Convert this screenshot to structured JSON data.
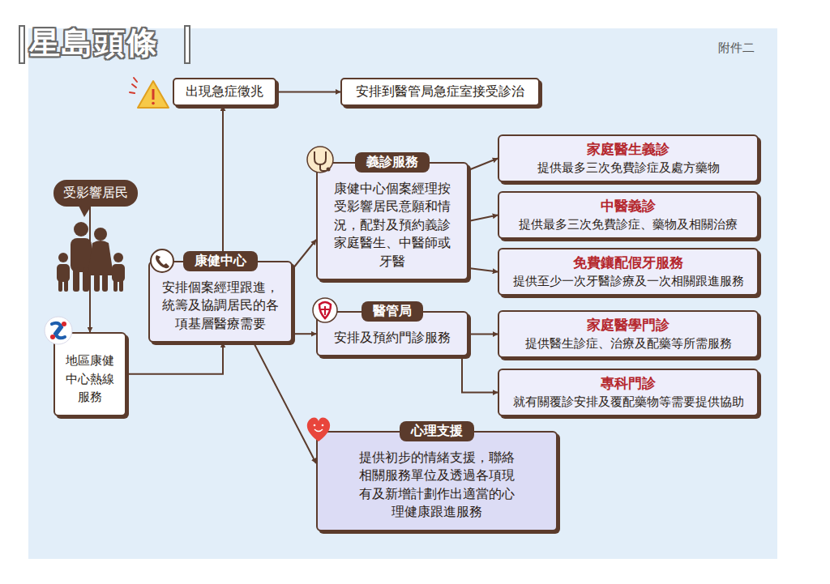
{
  "diagram": {
    "nodes": [
      {
        "text": [
          "出現急症徵兆"
        ]
      },
      {
        "text": [
          "安排到醫管局急症室接受診治"
        ]
      },
      {
        "text": [
          "受影響居民"
        ]
      },
      {
        "text": [
          "地區康健中心熱線服務"
        ]
      },
      {
        "text": [
          "康健中心",
          "安排個案經理跟進，統籌及協調居民的各項基層醫療需要"
        ]
      },
      {
        "text": [
          "義診服務",
          "康健中心個案經理按受影響居民意願和情況，配對及預約義診家庭醫生、中醫師或牙醫"
        ]
      },
      {
        "text": [
          "家庭醫生義診",
          "提供最多三次免費診症及處方藥物"
        ]
      },
      {
        "text": [
          "中醫義診",
          "提供最多三次免費診症、藥物及相關治療"
        ]
      },
      {
        "text": [
          "免費鑲配假牙服務",
          "提供至少一次牙醫診療及一次相關跟進服務"
        ]
      },
      {
        "text": [
          "醫管局",
          "安排及預約門診服務"
        ]
      },
      {
        "text": [
          "家庭醫學門診",
          "提供醫生診症、治療及配藥等所需服務"
        ]
      },
      {
        "text": [
          "專科門診",
          "就有關覆診安排及覆配藥物等需要提供協助"
        ]
      },
      {
        "text": [
          "心理支援",
          "提供初步的情緒支援，聯絡相關服務單位及透過各項現有及新增計劃作出適當的心理健康跟進服務"
        ]
      }
    ],
    "edges": [
      {
        "from": 2,
        "to": 3,
        "arrow": "to"
      },
      {
        "from": 3,
        "to": 4,
        "arrow": "to"
      },
      {
        "from": 4,
        "to": 0,
        "arrow": "to"
      },
      {
        "from": 0,
        "to": 1,
        "arrow": "to"
      },
      {
        "from": 4,
        "to": 5,
        "arrow": "to"
      },
      {
        "from": 4,
        "to": 9,
        "arrow": "to"
      },
      {
        "from": 4,
        "to": 12,
        "arrow": "to"
      },
      {
        "from": 5,
        "to": 6,
        "arrow": "to"
      },
      {
        "from": 5,
        "to": 7,
        "arrow": "to"
      },
      {
        "from": 5,
        "to": 8,
        "arrow": "to"
      },
      {
        "from": 9,
        "to": 10,
        "arrow": "to"
      },
      {
        "from": 9,
        "to": 11,
        "arrow": "to"
      }
    ],
    "labels": [
      "星島頭條",
      "附件二"
    ]
  }
}
